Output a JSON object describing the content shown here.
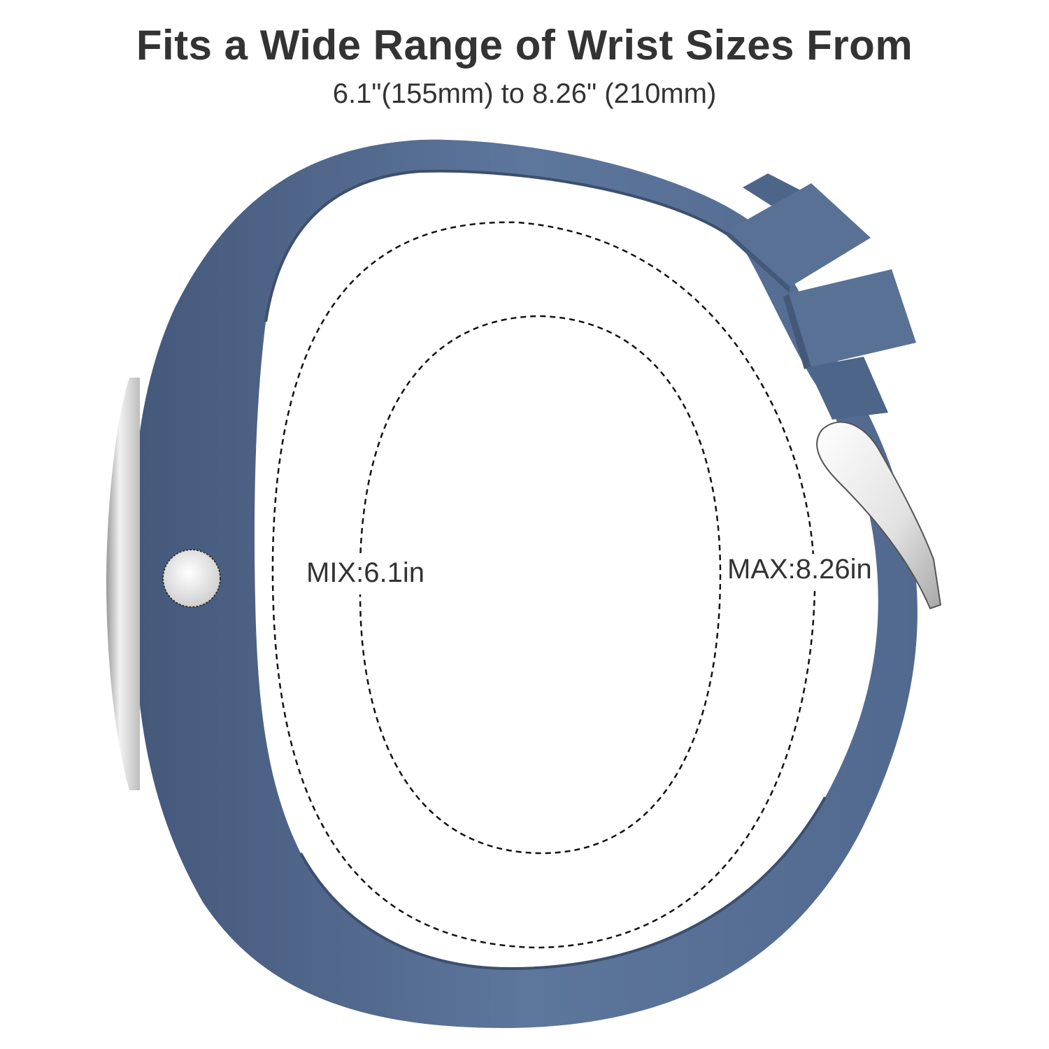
{
  "header": {
    "title": "Fits a Wide Range of Wrist Sizes From",
    "subtitle": "6.1\"(155mm) to 8.26\" (210mm)"
  },
  "diagram": {
    "product": "watch band side view",
    "colors": {
      "band": "#5a7196",
      "band_dark": "#44587a",
      "buckle": "#e8e8e8",
      "dashes": "#111111",
      "text": "#333333"
    },
    "labels": {
      "min": "MIX:6.1in",
      "max": "MAX:8.26in"
    }
  }
}
